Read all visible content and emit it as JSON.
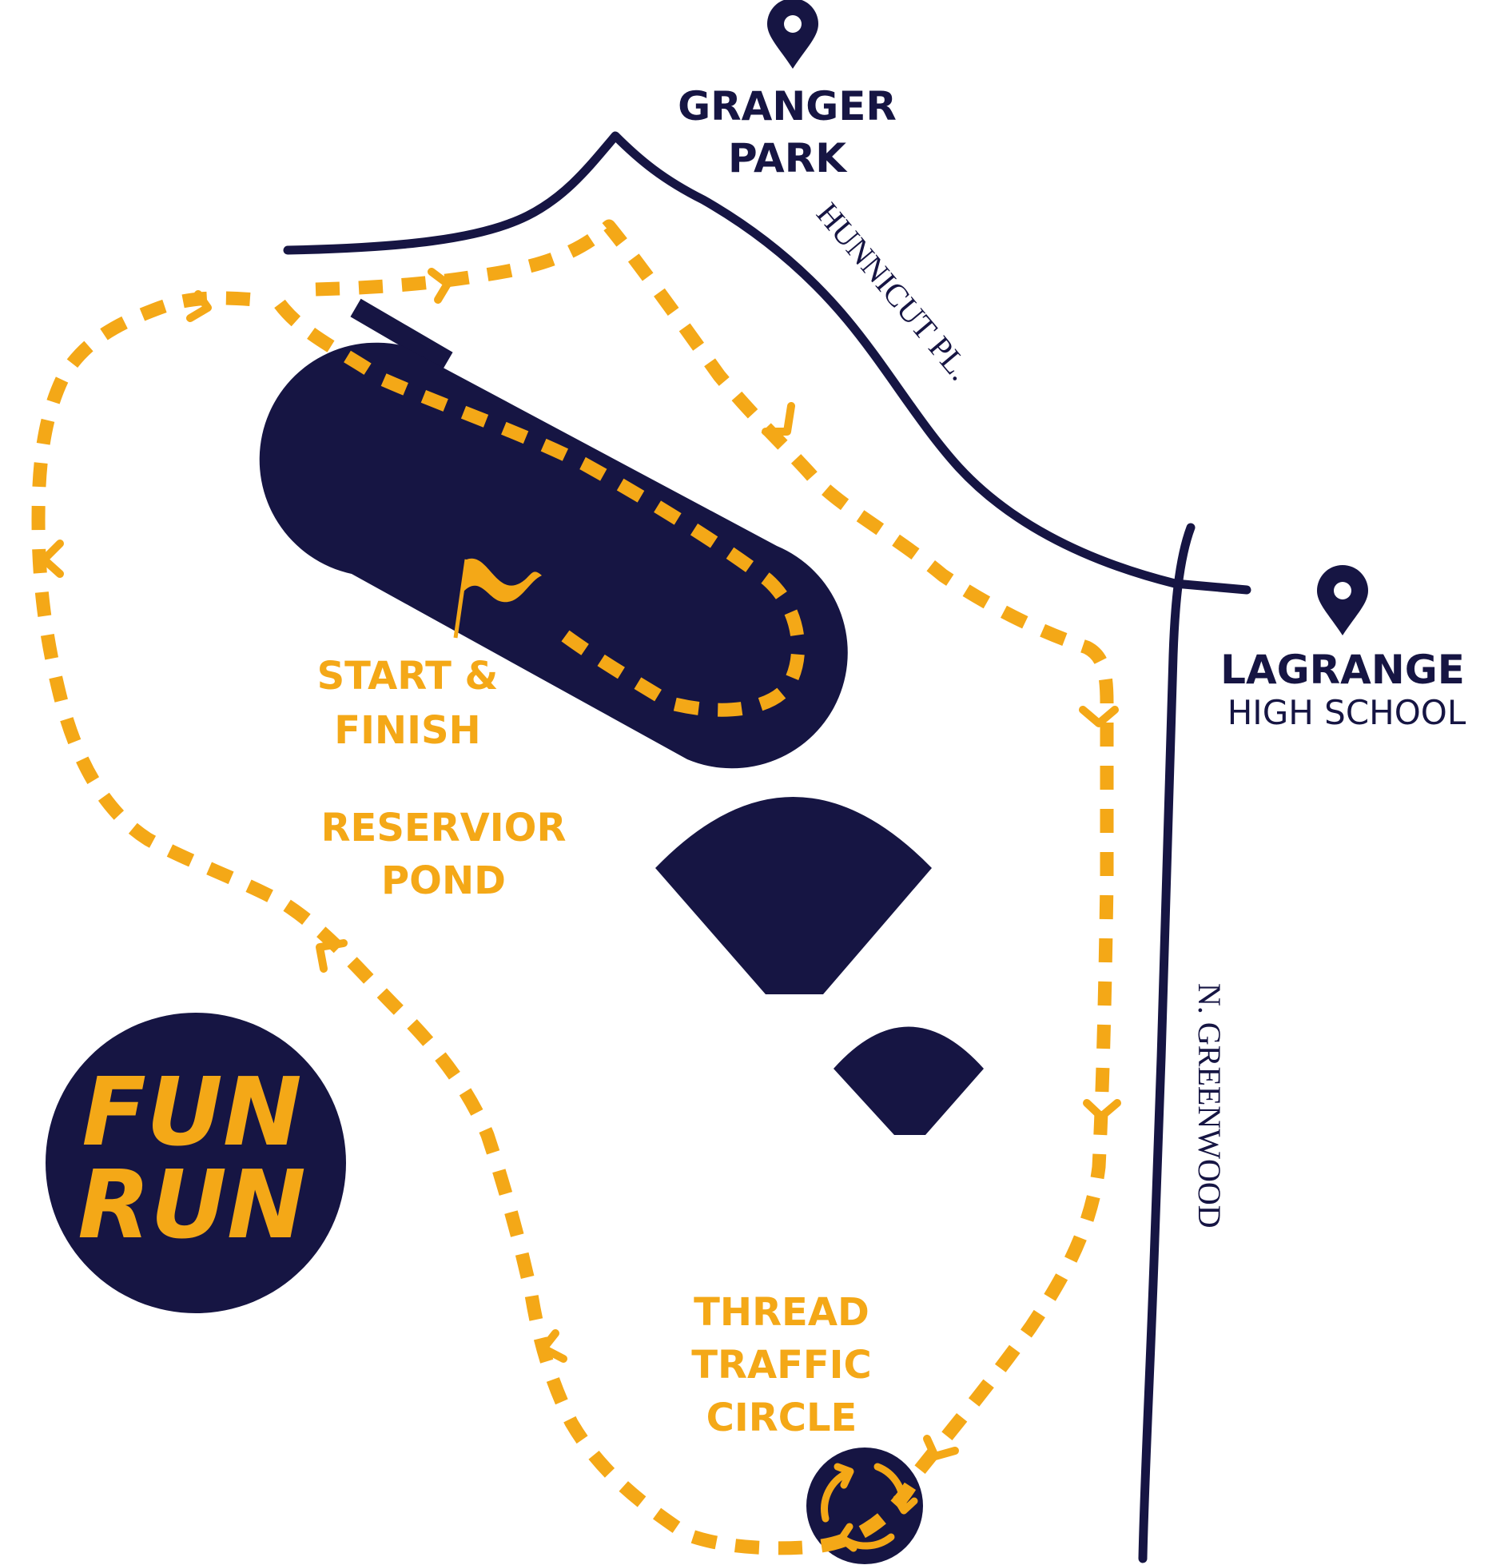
{
  "colors": {
    "navy": "#161543",
    "gold": "#f4a817",
    "background": "#ffffff"
  },
  "landmarks": {
    "granger_park": {
      "line1": "GRANGER",
      "line2": "PARK",
      "icon": "location-pin-icon"
    },
    "lagrange": {
      "line1": "LAGRANGE",
      "line2": "HIGH SCHOOL",
      "icon": "location-pin-icon"
    }
  },
  "streets": {
    "hunnicut": "HUNNICUT PL.",
    "greenwood": "N. GREENWOOD"
  },
  "places": {
    "start_finish": {
      "line1": "START &",
      "line2": "FINISH",
      "icon": "flag-icon"
    },
    "pond": {
      "line1": "RESERVIOR",
      "line2": "POND"
    },
    "traffic_circle": {
      "line1": "THREAD",
      "line2": "TRAFFIC",
      "line3": "CIRCLE",
      "icon": "roundabout-icon"
    }
  },
  "badge": {
    "line1": "FUN",
    "line2": "RUN"
  }
}
